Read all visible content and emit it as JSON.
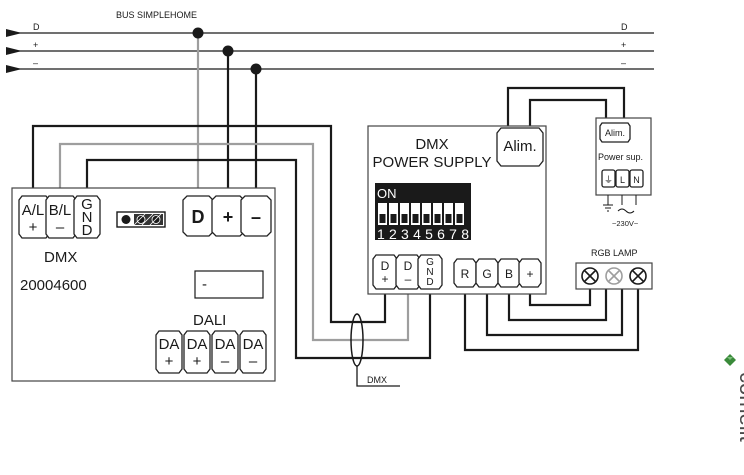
{
  "bus": {
    "title": "BUS SIMPLEHOME",
    "lines": [
      {
        "left": "D",
        "right": "D"
      },
      {
        "left": "+",
        "right": "+"
      },
      {
        "left": "–",
        "right": "–"
      }
    ]
  },
  "module": {
    "dmx_terminals": [
      {
        "line1": "A/L",
        "line2": "+"
      },
      {
        "line1": "B/L",
        "line2": "–"
      },
      {
        "line1": "G",
        "line2": "N",
        "line3": "D"
      }
    ],
    "dmx_label": "DMX",
    "part_number": "20004600",
    "bus_terminals": [
      "D",
      "+",
      "–"
    ],
    "display_value": "-",
    "dali_label": "DALI",
    "dali_terminals": [
      {
        "line1": "DA",
        "line2": "+"
      },
      {
        "line1": "DA",
        "line2": "+"
      },
      {
        "line1": "DA",
        "line2": "–"
      },
      {
        "line1": "DA",
        "line2": "–"
      }
    ]
  },
  "dmx_power_supply": {
    "title_line1": "DMX",
    "title_line2": "POWER SUPPLY",
    "alim_label": "Alim.",
    "dip_on_label": "ON",
    "dip_numbers": "12345678",
    "dmx_terminals": [
      {
        "line1": "D",
        "line2": "+"
      },
      {
        "line1": "D",
        "line2": "–"
      },
      {
        "line1": "G",
        "line2": "N",
        "line3": "D"
      }
    ],
    "rgb_terminals": [
      "R",
      "G",
      "B",
      "+"
    ]
  },
  "power_supply": {
    "alim_label": "Alim.",
    "title": "Power sup.",
    "terminals": [
      "⏚",
      "L",
      "N"
    ],
    "mains_label": "~230V~"
  },
  "rgb_lamp": {
    "label": "RGB LAMP"
  },
  "dmx_cable_label": "DMX",
  "brand": {
    "name": "comelit"
  }
}
